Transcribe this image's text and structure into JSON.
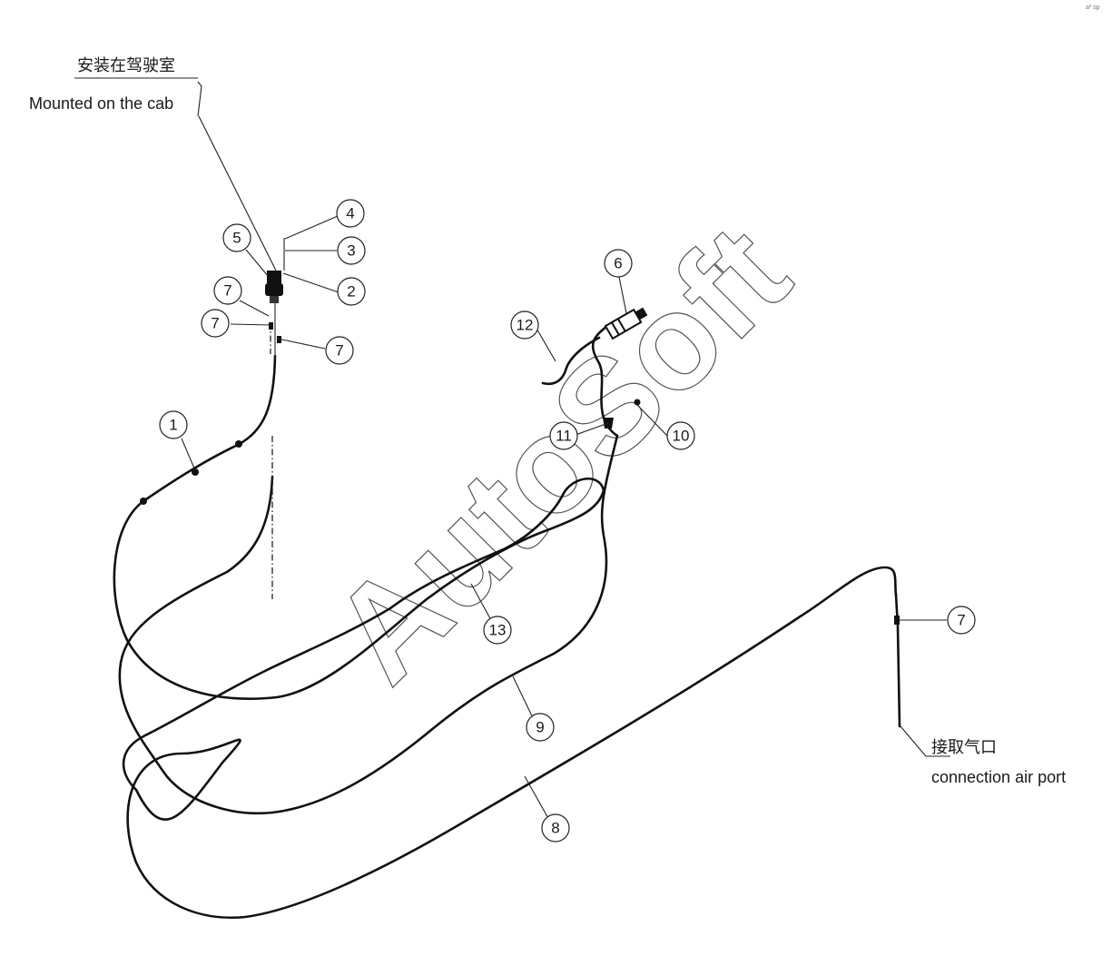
{
  "annotations": {
    "cab_cn": "安装在驾驶室",
    "cab_en": "Mounted on the cab",
    "port_cn": "接取气口",
    "port_en": "connection air port"
  },
  "balloons": {
    "b1": "1",
    "b2": "2",
    "b3": "3",
    "b4": "4",
    "b5": "5",
    "b6": "6",
    "b7a": "7",
    "b7b": "7",
    "b7c": "7",
    "b7d": "7",
    "b8": "8",
    "b9": "9",
    "b10": "10",
    "b11": "11",
    "b12": "12",
    "b13": "13"
  },
  "watermark": "AutoSoft",
  "corner_mark": "a² sp"
}
